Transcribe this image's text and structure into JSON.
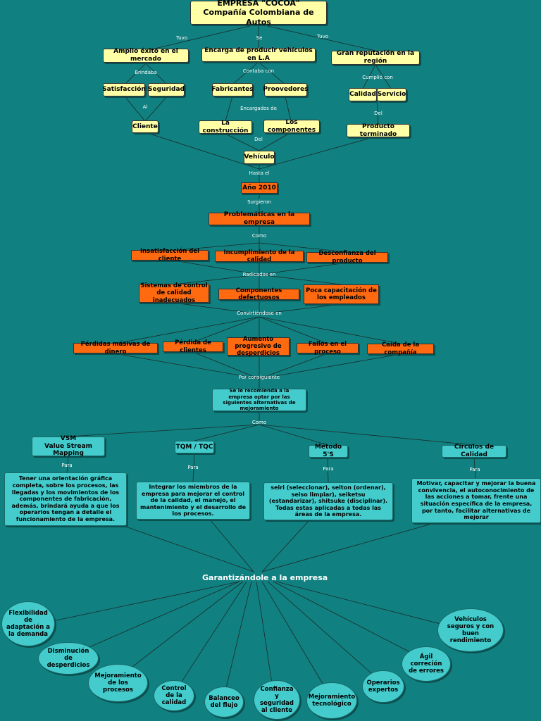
{
  "root": {
    "title_line1": "EMPRESA \"COCOA\"",
    "title_line2": "Compañía Colombiana de Autos"
  },
  "level1": {
    "exito": "Amplio éxito en el mercado",
    "encarga": "Encarga de producir vehículos en L.A",
    "reputacion": "Gran reputación en la región"
  },
  "level2": {
    "satisfaccion": "Satisfacción",
    "seguridad": "Seguridad",
    "fabricantes": "Fabricantes",
    "proveedores": "Proovedores",
    "calidad": "Calidad",
    "servicio": "Servicio"
  },
  "level3": {
    "cliente": "Cliente",
    "construccion": "La construcción",
    "componentes": "Los componentes",
    "producto": "Producto terminado",
    "vehiculo": "Vehículo"
  },
  "orange": {
    "anio": "Año 2010",
    "problematicas": "Problemáticas en la empresa",
    "insatisfaccion": "Insatisfacción del cliente",
    "incumplimiento": "Incumplimiento de la calidad",
    "desconfianza": "Desconfianza del producto",
    "sistemas": "Sistemas de control de calidad inadecuados",
    "defectuosos": "Componentes defectuosos",
    "capacitacion": "Poca capacitación de los empleados",
    "perdidas": "Pérdidas másivas de dinero",
    "perdida_clientes": "Pérdida de clientes",
    "desperdicios": "Aumento progresivo de desperdicios",
    "fallos": "Fallos en el proceso",
    "caida": "Caída de la compañía"
  },
  "links": {
    "tuvo_left": "Tuvo",
    "se": "Se",
    "tuvo_right": "Tuvo",
    "brindaba": "Brindaba",
    "contaba": "Contaba con",
    "cumplio": "Cumplió con",
    "al": "Al",
    "encargados": "Encargados de",
    "del_mid": "Del",
    "del_right": "Del",
    "hasta": "Hasta el",
    "surgieron": "Surgieron",
    "como1": "Como",
    "radicados": "Radicados en",
    "convirtiendose": "Convirtiéndose en",
    "por_consiguiente": "Por consiguiente",
    "como2": "Como",
    "para1": "Para",
    "para2": "Para",
    "para3": "Para",
    "para4": "Para"
  },
  "recommendation": "Se le recomienda a la empresa optar por las siguientes alternativas de mejoramiento",
  "methods": {
    "vsm": "VSM\nValue Stream Mapping",
    "tqm": "TQM / TQC",
    "metodo5s": "Método 5'S",
    "circulos": "Círculos de Calidad"
  },
  "descriptions": {
    "vsm": "Tener una orientación gráfica completa, sobre los procesos, las llegadas y los movimientos de los componentes de fabricación, además, brindará ayuda a que los operarios tengan a detalle el funcionamiento de la empresa.",
    "tqm": "Integrar los miembros de la empresa para mejorar el control de la calidad, el manejo, el mantenimiento y el desarrollo de los procesos.",
    "metodo5s": "seiri (seleccionar), seiton (ordenar), seiso limpiar), seiketsu (estandarizar), shitsuke (disciplinar). Todas estas aplicadas a todas las áreas de la empresa.",
    "circulos": "Motivar, capacitar y mejorar la buena convivencia, el autoconocimiento de las acciones a tomar, frente una situación específica de la empresa, por tanto, facilitar alternativas de mejorar"
  },
  "guarantee": "Garantizándole a la empresa",
  "benefits": {
    "flexibilidad": "Flexibilidad de adaptación a la demanda",
    "disminucion": "Disminución de desperdicios",
    "mejoramiento_procesos": "Mejoramiento de los procesos",
    "control": "Control de la calidad",
    "balanceo": "Balanceo del flujo",
    "confianza": "Confianza y seguridad al cliente",
    "tecnologico": "Mejoramiento tecnológico",
    "operarios": "Operarios expertos",
    "agil": "Ágil correción de errores",
    "vehiculos": "Vehículos seguros y con buen rendimiento"
  },
  "colors": {
    "background": "#118080",
    "yellow": "#ffffa6",
    "orange": "#ff6a10",
    "cyan": "#44cccc"
  }
}
